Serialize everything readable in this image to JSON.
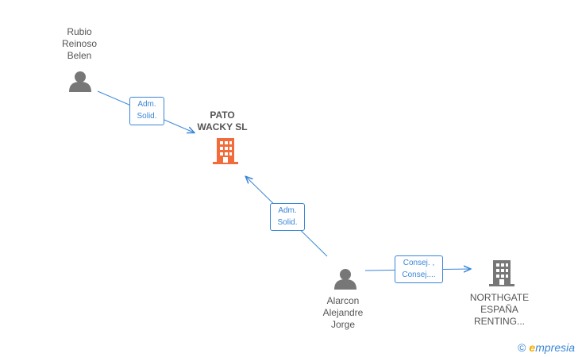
{
  "nodes": {
    "rubio": {
      "name": "Rubio\nReinoso\nBelen",
      "icon": "person-icon"
    },
    "pato": {
      "name": "PATO\nWACKY  SL",
      "icon": "building-icon",
      "color": "#f26b3a"
    },
    "alarcon": {
      "name": "Alarcon\nAlejandre\nJorge",
      "icon": "person-icon"
    },
    "northgate": {
      "name": "NORTHGATE\nESPAÑA\nRENTING...",
      "icon": "building-icon",
      "color": "#777777"
    }
  },
  "edges": {
    "rubio_pato": {
      "line1": "Adm.",
      "line2": "Solid."
    },
    "alarcon_pato": {
      "line1": "Adm.",
      "line2": "Solid."
    },
    "alarcon_northgate": {
      "line1": "Consej. ,",
      "line2": "Consej...."
    }
  },
  "watermark": {
    "copyright": "©",
    "brand_e": "e",
    "brand_rest": "mpresia"
  },
  "colors": {
    "edge": "#3a86d6",
    "person": "#777777"
  }
}
